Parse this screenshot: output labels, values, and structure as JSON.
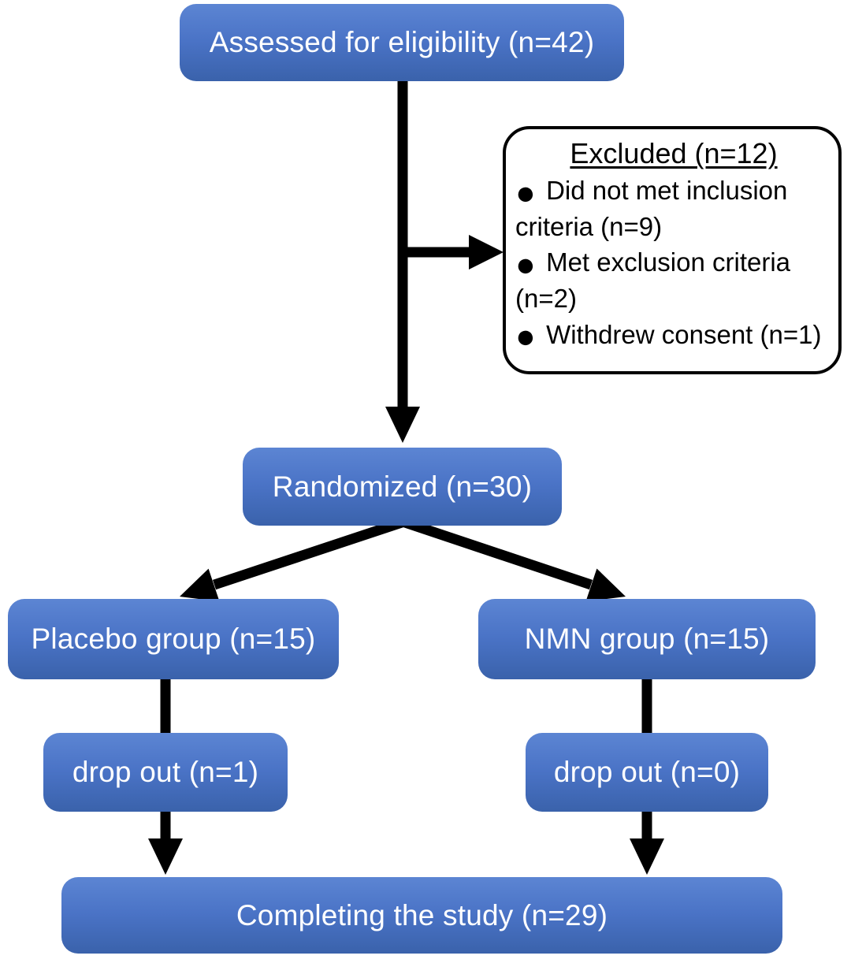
{
  "boxes": {
    "assessed": {
      "label": "Assessed for eligibility (n=42)"
    },
    "excluded": {
      "title": "Excluded (n=12)",
      "bullet_icon": "●",
      "items": [
        "Did not met inclusion criteria (n=9)",
        "Met exclusion criteria (n=2)",
        "Withdrew consent (n=1)"
      ]
    },
    "randomized": {
      "label": "Randomized (n=30)"
    },
    "placebo": {
      "label": "Placebo group (n=15)"
    },
    "nmn": {
      "label": "NMN group (n=15)"
    },
    "dropout_left": {
      "label": "drop out (n=1)"
    },
    "dropout_right": {
      "label": "drop out (n=0)"
    },
    "completing": {
      "label": "Completing the study (n=29)"
    }
  },
  "colors": {
    "box_blue_top": "#5c85d3",
    "box_blue_mid": "#4a73c6",
    "box_blue_bottom": "#3a62ab",
    "box_text": "#ffffff",
    "line_color": "#000000",
    "excluded_bg": "#ffffff",
    "excluded_border": "#000000",
    "excluded_text": "#000000",
    "page_bg": "#ffffff"
  }
}
